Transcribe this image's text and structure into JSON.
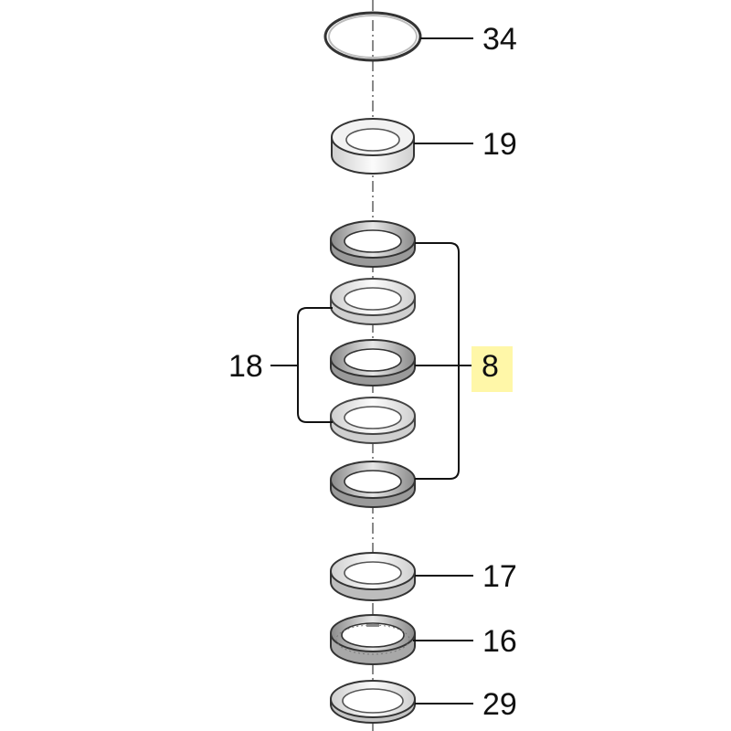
{
  "diagram": {
    "callouts": {
      "c34": "34",
      "c19": "19",
      "c8": "8",
      "c18": "18",
      "c17": "17",
      "c16": "16",
      "c29": "29"
    },
    "highlight_color": "#fff7a8"
  }
}
